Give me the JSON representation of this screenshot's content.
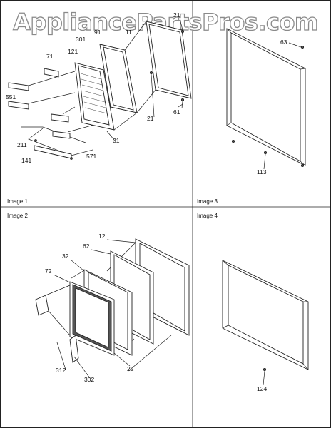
{
  "watermark": "AppliancePartsPros.com",
  "panels": [
    {
      "caption": "Image 1"
    },
    {
      "caption": "Image 2"
    },
    {
      "caption": "Image 3"
    },
    {
      "caption": "Image 4"
    }
  ],
  "image1_callouts": [
    "71",
    "301",
    "121",
    "91",
    "11",
    "21",
    "551",
    "61",
    "21",
    "211",
    "31",
    "141",
    "571"
  ],
  "image2_callouts": [
    "12",
    "62",
    "32",
    "72",
    "312",
    "302",
    "22"
  ],
  "image3_callouts": [
    "63",
    "113"
  ],
  "image4_callouts": [
    "124"
  ]
}
